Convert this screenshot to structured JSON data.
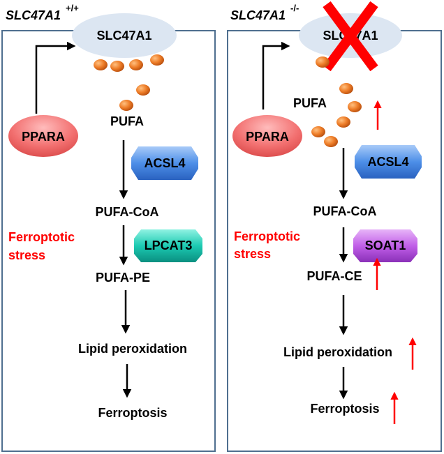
{
  "left_panel": {
    "genotype": "SLC47A1",
    "genotype_sup": "+/+",
    "transporter": "SLC47A1",
    "ppara": "PPARA",
    "pufa": "PUFA",
    "acsl4": "ACSL4",
    "pufa_coa": "PUFA-CoA",
    "lpcat3": "LPCAT3",
    "pufa_pe": "PUFA-PE",
    "lipid_peroxidation": "Lipid peroxidation",
    "ferroptosis": "Ferroptosis",
    "stress_line1": "Ferroptotic",
    "stress_line2": "stress"
  },
  "right_panel": {
    "genotype": "SLC47A1",
    "genotype_sup": "-/-",
    "transporter": "SLC47A1",
    "ppara": "PPARA",
    "pufa": "PUFA",
    "acsl4": "ACSL4",
    "pufa_coa": "PUFA-CoA",
    "soat1": "SOAT1",
    "pufa_ce": "PUFA-CE",
    "lipid_peroxidation": "Lipid peroxidation",
    "ferroptosis": "Ferroptosis",
    "stress_line1": "Ferroptotic",
    "stress_line2": "stress"
  },
  "colors": {
    "panel_border": "#4f6f8f",
    "transporter_fill": "#dce6f2",
    "ppara_fill": "#f06a6a",
    "pufa_dot": "#e8782a",
    "acsl4_fill": "#4d8fe8",
    "lpcat3_fill": "#18c8b0",
    "soat1_fill": "#c060e8",
    "stress_text": "#ff0000",
    "increase_arrow": "#ff0000",
    "knockout_cross": "#ff0000"
  }
}
